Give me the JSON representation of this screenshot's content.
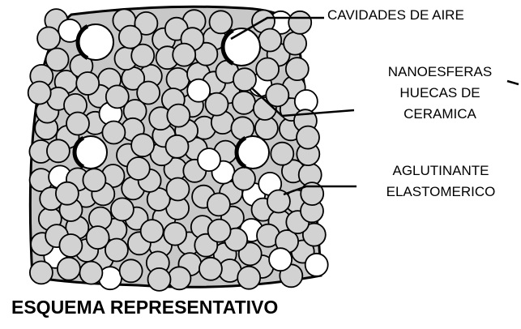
{
  "labels": {
    "cavities": "CAVIDADES DE AIRE",
    "nanospheres": [
      "NANOESFERAS",
      "HUECAS DE",
      "CERAMICA"
    ],
    "binder": [
      "AGLUTINANTE",
      "ELASTOMERICO"
    ]
  },
  "caption": "ESQUEMA REPRESENTATIVO",
  "colors": {
    "binder_fill": "#c8c8c8",
    "sphere_fill": "#d2d2d2",
    "hollow_fill": "#ffffff",
    "outline": "#000000"
  }
}
